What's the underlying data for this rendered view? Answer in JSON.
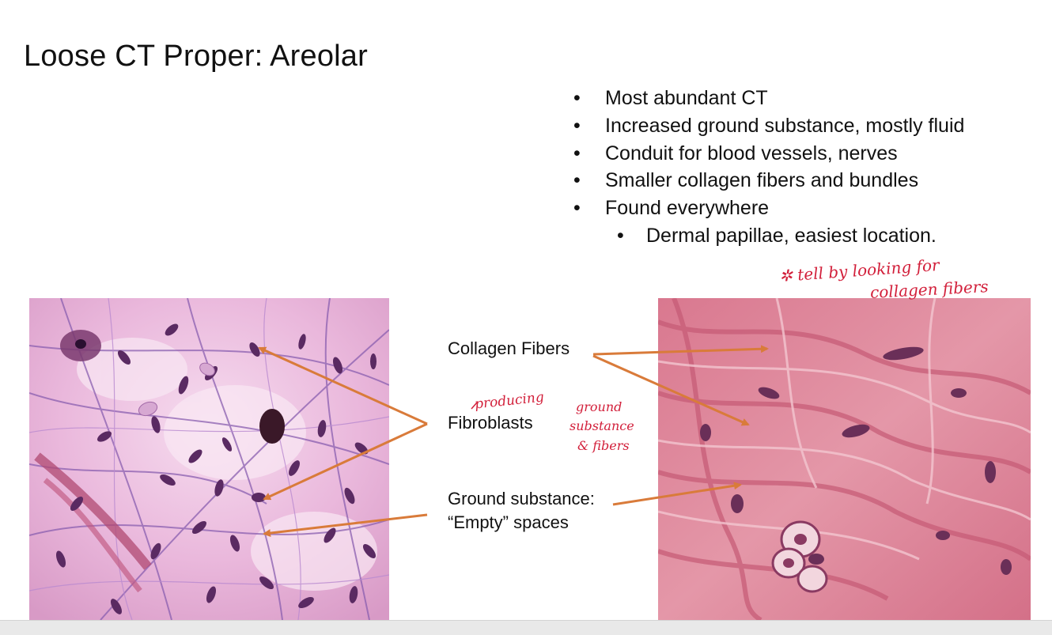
{
  "slide": {
    "title": "Loose CT Proper: Areolar",
    "bullets": [
      "Most abundant CT",
      "Increased ground substance, mostly fluid",
      "Conduit for blood vessels, nerves",
      "Smaller collagen fibers and bundles",
      "Found everywhere"
    ],
    "sub_bullet": "Dermal papillae, easiest location.",
    "labels": {
      "collagen": "Collagen Fibers",
      "fibroblasts": "Fibroblasts",
      "ground_line1": "Ground substance:",
      "ground_line2": "“Empty” spaces"
    },
    "handwritten": {
      "note_line1": "✲ tell by looking for",
      "note_line2": "collagen fibers",
      "producing": "producing",
      "ground": "ground",
      "substance": "substance",
      "fibers": "& fibers"
    }
  },
  "colors": {
    "arrow": "#d97b3a",
    "handwriting": "#d21f3a",
    "stain_light": "#efc7e4",
    "stain_dark": "#c7567c",
    "nucleus": "#4a2650"
  }
}
